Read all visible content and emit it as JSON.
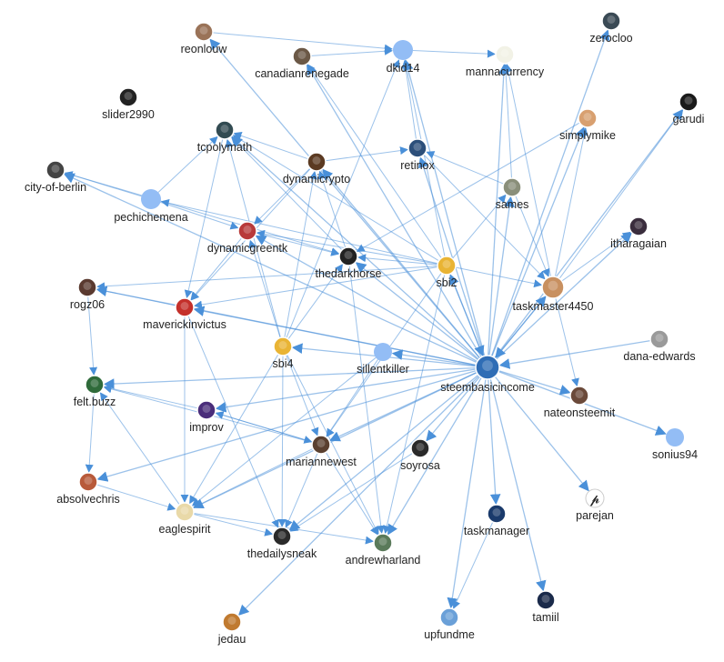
{
  "graph": {
    "colors": {
      "edge": "#4a90d9",
      "plain_node": "#93bdf5",
      "label": "#222222"
    },
    "nodes": [
      {
        "id": "steembasicincome",
        "label": "steembasicincome",
        "style": "avatar",
        "color": "#2f6db5"
      },
      {
        "id": "sbi2",
        "label": "sbi2",
        "style": "avatar",
        "color": "#e9b434"
      },
      {
        "id": "sbi4",
        "label": "sbi4",
        "style": "avatar",
        "color": "#e9b434"
      },
      {
        "id": "taskmaster4450",
        "label": "taskmaster4450",
        "style": "avatar",
        "color": "#c89060"
      },
      {
        "id": "dkid14",
        "label": "dkid14",
        "style": "plain",
        "color": "#93bdf5"
      },
      {
        "id": "mannacurrency",
        "label": "mannacurrency",
        "style": "avatar",
        "color": "#f2f2e6"
      },
      {
        "id": "zerocloo",
        "label": "zerocloo",
        "style": "avatar",
        "color": "#3a4a55"
      },
      {
        "id": "reonlouw",
        "label": "reonlouw",
        "style": "avatar",
        "color": "#9a7358"
      },
      {
        "id": "canadianrenegade",
        "label": "canadianrenegade",
        "style": "avatar",
        "color": "#6b5846"
      },
      {
        "id": "slider2990",
        "label": "slider2990",
        "style": "avatar",
        "color": "#222222"
      },
      {
        "id": "garudi",
        "label": "garudi",
        "style": "avatar",
        "color": "#1a1a1a"
      },
      {
        "id": "simplymike",
        "label": "simplymike",
        "style": "avatar",
        "color": "#d8a070"
      },
      {
        "id": "tcpolymath",
        "label": "tcpolymath",
        "style": "avatar",
        "color": "#324b52"
      },
      {
        "id": "retinox",
        "label": "retinox",
        "style": "avatar",
        "color": "#2c4f7a"
      },
      {
        "id": "city-of-berlin",
        "label": "city-of-berlin",
        "style": "avatar",
        "color": "#444444"
      },
      {
        "id": "dynamicrypto",
        "label": "dynamicrypto",
        "style": "avatar",
        "color": "#5b3a22"
      },
      {
        "id": "sames",
        "label": "sames",
        "style": "avatar",
        "color": "#8a8f7a"
      },
      {
        "id": "pechichemena",
        "label": "pechichemena",
        "style": "plain",
        "color": "#93bdf5"
      },
      {
        "id": "itharagaian",
        "label": "itharagaian",
        "style": "avatar",
        "color": "#3a2d3d"
      },
      {
        "id": "dynamicgreentk",
        "label": "dynamicgreentk",
        "style": "avatar",
        "color": "#b83a3a"
      },
      {
        "id": "thedarkhorse",
        "label": "thedarkhorse",
        "style": "avatar",
        "color": "#222222"
      },
      {
        "id": "rogz06",
        "label": "rogz06",
        "style": "avatar",
        "color": "#5a3a30"
      },
      {
        "id": "maverickinvictus",
        "label": "maverickinvictus",
        "style": "avatar",
        "color": "#c4302b"
      },
      {
        "id": "dana-edwards",
        "label": "dana-edwards",
        "style": "avatar",
        "color": "#9a9a9a"
      },
      {
        "id": "sillentkiller",
        "label": "sillentkiller",
        "style": "plain",
        "color": "#93bdf5"
      },
      {
        "id": "felt.buzz",
        "label": "felt.buzz",
        "style": "avatar",
        "color": "#2f6b3a"
      },
      {
        "id": "nateonsteemit",
        "label": "nateonsteemit",
        "style": "avatar",
        "color": "#6b4a3a"
      },
      {
        "id": "improv",
        "label": "improv",
        "style": "avatar",
        "color": "#4a2d7a"
      },
      {
        "id": "sonius94",
        "label": "sonius94",
        "style": "plain",
        "color": "#93bdf5"
      },
      {
        "id": "mariannewest",
        "label": "mariannewest",
        "style": "avatar",
        "color": "#5a4030"
      },
      {
        "id": "soyrosa",
        "label": "soyrosa",
        "style": "avatar",
        "color": "#2a2a2a"
      },
      {
        "id": "absolvechris",
        "label": "absolvechris",
        "style": "avatar",
        "color": "#b85a3a"
      },
      {
        "id": "parejan",
        "label": "parejan",
        "style": "glyph",
        "color": "#222222",
        "glyph": "𝓹"
      },
      {
        "id": "eaglespirit",
        "label": "eaglespirit",
        "style": "avatar",
        "color": "#e9d9a8"
      },
      {
        "id": "taskmanager",
        "label": "taskmanager",
        "style": "avatar",
        "color": "#1a3a6b"
      },
      {
        "id": "thedailysneak",
        "label": "thedailysneak",
        "style": "avatar",
        "color": "#2a2a2a"
      },
      {
        "id": "andrewharland",
        "label": "andrewharland",
        "style": "avatar",
        "color": "#5a7a5a"
      },
      {
        "id": "upfundme",
        "label": "upfundme",
        "style": "avatar",
        "color": "#6aa0d8"
      },
      {
        "id": "tamiil",
        "label": "tamiil",
        "style": "avatar",
        "color": "#1a2a4a"
      },
      {
        "id": "jedau",
        "label": "jedau",
        "style": "avatar",
        "color": "#c07a30"
      }
    ],
    "edges": [
      [
        "steembasicincome",
        "sbi2"
      ],
      [
        "steembasicincome",
        "sbi4"
      ],
      [
        "steembasicincome",
        "taskmaster4450"
      ],
      [
        "steembasicincome",
        "dkid14"
      ],
      [
        "steembasicincome",
        "mannacurrency"
      ],
      [
        "steembasicincome",
        "reonlouw"
      ],
      [
        "steembasicincome",
        "canadianrenegade"
      ],
      [
        "steembasicincome",
        "tcpolymath"
      ],
      [
        "steembasicincome",
        "retinox"
      ],
      [
        "steembasicincome",
        "city-of-berlin"
      ],
      [
        "steembasicincome",
        "dynamicrypto"
      ],
      [
        "steembasicincome",
        "sames"
      ],
      [
        "steembasicincome",
        "dynamicgreentk"
      ],
      [
        "steembasicincome",
        "thedarkhorse"
      ],
      [
        "steembasicincome",
        "rogz06"
      ],
      [
        "steembasicincome",
        "maverickinvictus"
      ],
      [
        "steembasicincome",
        "felt.buzz"
      ],
      [
        "steembasicincome",
        "improv"
      ],
      [
        "steembasicincome",
        "nateonsteemit"
      ],
      [
        "steembasicincome",
        "sonius94"
      ],
      [
        "steembasicincome",
        "mariannewest"
      ],
      [
        "steembasicincome",
        "soyrosa"
      ],
      [
        "steembasicincome",
        "absolvechris"
      ],
      [
        "steembasicincome",
        "eaglespirit"
      ],
      [
        "steembasicincome",
        "taskmanager"
      ],
      [
        "steembasicincome",
        "thedailysneak"
      ],
      [
        "steembasicincome",
        "andrewharland"
      ],
      [
        "steembasicincome",
        "upfundme"
      ],
      [
        "steembasicincome",
        "tamiil"
      ],
      [
        "steembasicincome",
        "jedau"
      ],
      [
        "steembasicincome",
        "garudi"
      ],
      [
        "steembasicincome",
        "zerocloo"
      ],
      [
        "steembasicincome",
        "itharagaian"
      ],
      [
        "steembasicincome",
        "simplymike"
      ],
      [
        "steembasicincome",
        "sillentkiller"
      ],
      [
        "steembasicincome",
        "parejan"
      ],
      [
        "dana-edwards",
        "steembasicincome"
      ],
      [
        "sbi2",
        "steembasicincome"
      ],
      [
        "taskmaster4450",
        "mannacurrency"
      ],
      [
        "taskmaster4450",
        "steembasicincome"
      ],
      [
        "taskmaster4450",
        "simplymike"
      ],
      [
        "taskmaster4450",
        "nateonsteemit"
      ],
      [
        "taskmaster4450",
        "garudi"
      ],
      [
        "taskmaster4450",
        "itharagaian"
      ],
      [
        "sbi2",
        "rogz06"
      ],
      [
        "sbi2",
        "dynamicgreentk"
      ],
      [
        "sbi2",
        "thedarkhorse"
      ],
      [
        "sbi2",
        "maverickinvictus"
      ],
      [
        "sbi2",
        "dkid14"
      ],
      [
        "sbi2",
        "tcpolymath"
      ],
      [
        "sbi2",
        "canadianrenegade"
      ],
      [
        "sbi2",
        "taskmaster4450"
      ],
      [
        "sbi2",
        "mariannewest"
      ],
      [
        "sbi2",
        "andrewharland"
      ],
      [
        "sbi2",
        "pechichemena"
      ],
      [
        "sbi2",
        "sames"
      ],
      [
        "sbi4",
        "dynamicrypto"
      ],
      [
        "sbi4",
        "thedailysneak"
      ],
      [
        "sbi4",
        "mariannewest"
      ],
      [
        "sbi4",
        "tcpolymath"
      ],
      [
        "sbi4",
        "dynamicgreentk"
      ],
      [
        "sbi4",
        "eaglespirit"
      ],
      [
        "sbi4",
        "dkid14"
      ],
      [
        "sbi4",
        "thedarkhorse"
      ],
      [
        "sbi4",
        "andrewharland"
      ],
      [
        "dkid14",
        "mannacurrency"
      ],
      [
        "canadianrenegade",
        "dkid14"
      ],
      [
        "reonlouw",
        "dkid14"
      ],
      [
        "retinox",
        "taskmaster4450"
      ],
      [
        "retinox",
        "dkid14"
      ],
      [
        "sames",
        "taskmaster4450"
      ],
      [
        "sames",
        "mannacurrency"
      ],
      [
        "dynamicrypto",
        "dynamicgreentk"
      ],
      [
        "dynamicrypto",
        "maverickinvictus"
      ],
      [
        "dynamicrypto",
        "tcpolymath"
      ],
      [
        "dynamicrypto",
        "retinox"
      ],
      [
        "thedarkhorse",
        "dynamicrypto"
      ],
      [
        "thedarkhorse",
        "tcpolymath"
      ],
      [
        "thedarkhorse",
        "andrewharland"
      ],
      [
        "pechichemena",
        "city-of-berlin"
      ],
      [
        "pechichemena",
        "tcpolymath"
      ],
      [
        "pechichemena",
        "dynamicgreentk"
      ],
      [
        "dynamicgreentk",
        "thedarkhorse"
      ],
      [
        "dynamicgreentk",
        "maverickinvictus"
      ],
      [
        "maverickinvictus",
        "rogz06"
      ],
      [
        "maverickinvictus",
        "eaglespirit"
      ],
      [
        "maverickinvictus",
        "thedailysneak"
      ],
      [
        "improv",
        "felt.buzz"
      ],
      [
        "improv",
        "mariannewest"
      ],
      [
        "mariannewest",
        "felt.buzz"
      ],
      [
        "mariannewest",
        "eaglespirit"
      ],
      [
        "mariannewest",
        "thedailysneak"
      ],
      [
        "mariannewest",
        "andrewharland"
      ],
      [
        "mariannewest",
        "improv"
      ],
      [
        "eaglespirit",
        "thedailysneak"
      ],
      [
        "eaglespirit",
        "andrewharland"
      ],
      [
        "eaglespirit",
        "felt.buzz"
      ],
      [
        "absolvechris",
        "eaglespirit"
      ],
      [
        "rogz06",
        "felt.buzz"
      ],
      [
        "felt.buzz",
        "absolvechris"
      ],
      [
        "taskmanager",
        "upfundme"
      ],
      [
        "soyrosa",
        "thedailysneak"
      ],
      [
        "sillentkiller",
        "mariannewest"
      ],
      [
        "sillentkiller",
        "eaglespirit"
      ],
      [
        "city-of-berlin",
        "thedarkhorse"
      ],
      [
        "tcpolymath",
        "maverickinvictus"
      ],
      [
        "sames",
        "retinox"
      ],
      [
        "simplymike",
        "thedarkhorse"
      ]
    ]
  }
}
